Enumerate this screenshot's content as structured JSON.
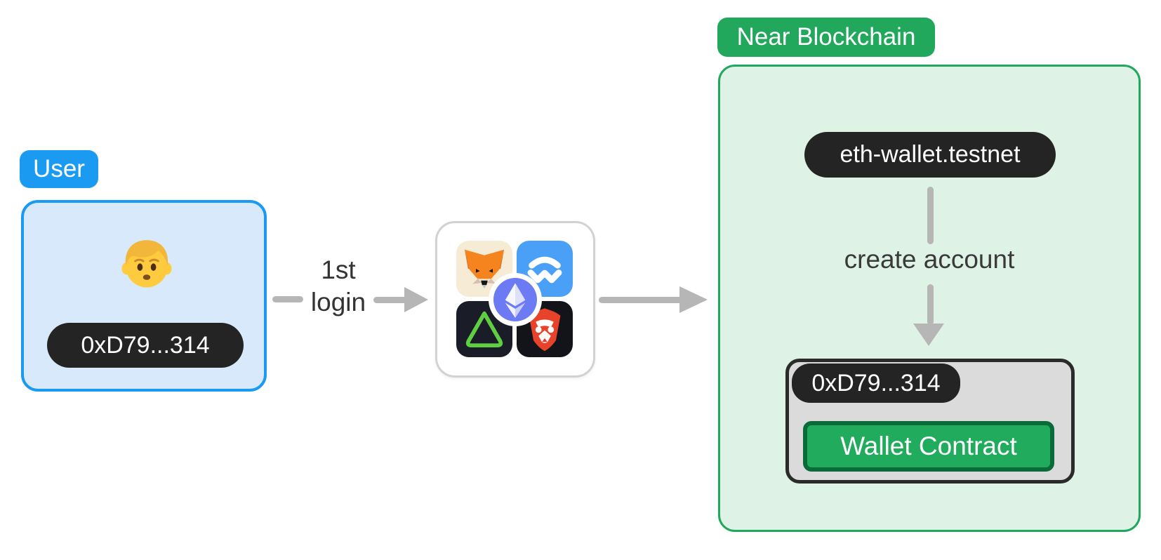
{
  "user_section": {
    "badge_label": "User",
    "address_pill": "0xD79...314",
    "person_icon": "person-blond-emoji"
  },
  "login_flow": {
    "label_line1": "1st",
    "label_line2": "login"
  },
  "wallet_selector": {
    "icons": [
      "metamask-icon",
      "walletconnect-icon",
      "aurora-icon",
      "brave-icon",
      "ethereum-icon"
    ]
  },
  "near_section": {
    "badge_label": "Near Blockchain",
    "contract_pill": "eth-wallet.testnet",
    "flow_label": "create account",
    "account_box": {
      "address_pill": "0xD79...314",
      "button_label": "Wallet Contract"
    }
  },
  "colors": {
    "user_accent": "#1B9AF2",
    "user_fill": "#D7E9FB",
    "near_accent": "#21A85C",
    "near_fill": "#DEF2E6",
    "dark_pill": "#242424",
    "arrow_gray": "#B6B6B6",
    "account_box_fill": "#DBDBDB",
    "account_box_border": "#2B2B2B",
    "contract_button_fill": "#21AB5D",
    "contract_button_border": "#0A6B38",
    "walletconnect_blue": "#4AA0F7",
    "metamask_cream": "#F6EBD5",
    "aurora_green": "#5FCE41",
    "brave_red": "#E8432A",
    "ethereum_indigo": "#6C7BF4",
    "text_dark": "#3A3A3A"
  }
}
